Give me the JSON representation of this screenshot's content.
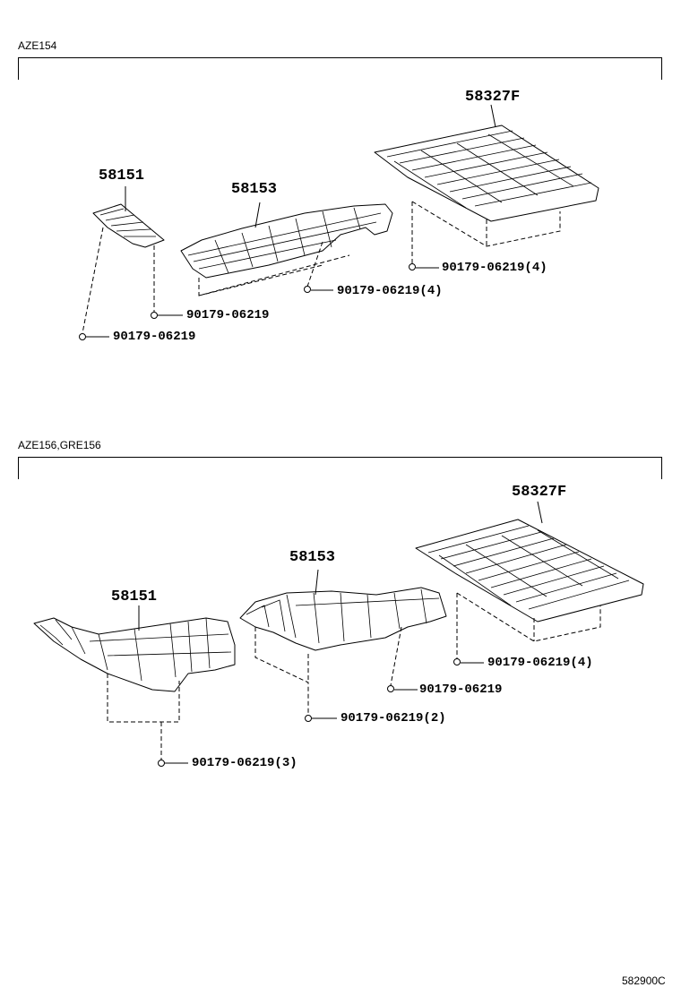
{
  "sections": [
    {
      "label": "AZE154",
      "parts": {
        "floor_insulator": "58327F",
        "center_insulator": "58153",
        "front_insulator": "58151"
      },
      "fasteners": [
        "90179-06219(4)",
        "90179-06219(4)",
        "90179-06219",
        "90179-06219"
      ]
    },
    {
      "label": "AZE156,GRE156",
      "parts": {
        "floor_insulator": "58327F",
        "center_insulator": "58153",
        "front_insulator": "58151"
      },
      "fasteners": [
        "90179-06219(4)",
        "90179-06219",
        "90179-06219(2)",
        "90179-06219(3)"
      ]
    }
  ],
  "illustration_code": "582900C"
}
